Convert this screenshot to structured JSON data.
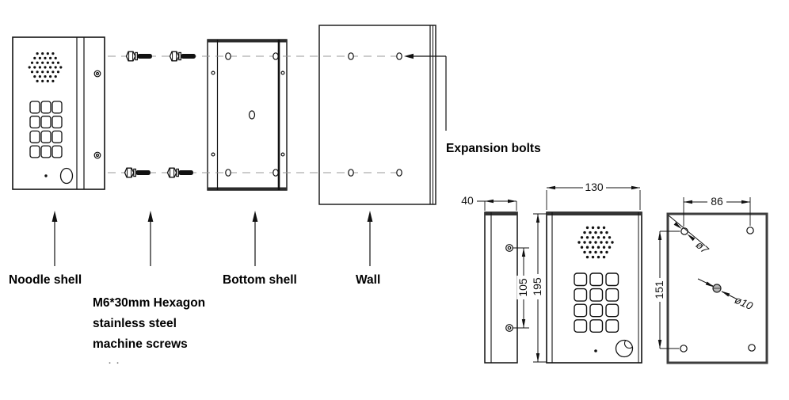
{
  "callouts": {
    "noodle_shell": "Noodle shell",
    "machine_screws_line1": "M6*30mm Hexagon",
    "machine_screws_line2": "stainless steel",
    "machine_screws_line3": "machine screws",
    "bottom_shell": "Bottom shell",
    "wall": "Wall",
    "expansion_bolts": "Expansion bolts",
    "truncated_text": ".."
  },
  "dimensions": {
    "side_depth": "40",
    "panel_width": "130",
    "panel_height": "195",
    "side_hole_spacing": "105",
    "back_hole_spacing_h": "86",
    "back_hole_spacing_v": "151",
    "small_hole_diameter": "ø7",
    "large_hole_diameter": "ø10"
  },
  "colors": {
    "line": "#111111",
    "thick_edge": "#333333",
    "dashed_centerline": "#999999",
    "text": "#000000",
    "hole_fill": "#b5b5b5"
  }
}
